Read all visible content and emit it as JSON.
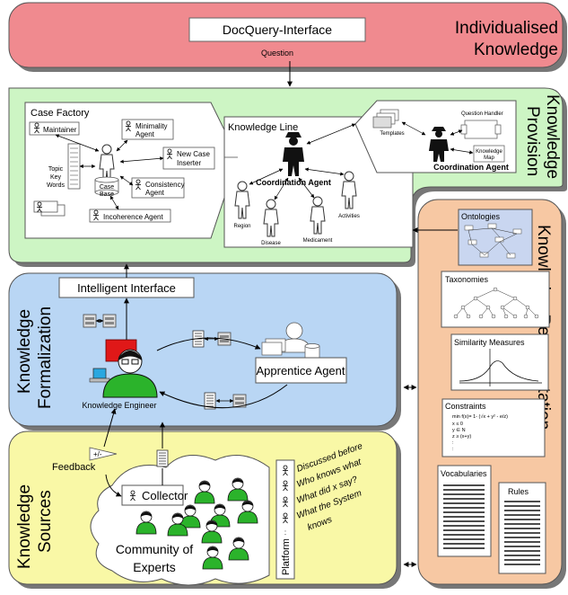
{
  "top_layer": {
    "title_line1": "Individualised",
    "title_line2": "Knowledge",
    "docquery_label": "DocQuery-Interface",
    "question_label": "Question"
  },
  "provision_layer": {
    "title_line1": "Knowledge",
    "title_line2": "Provision",
    "case_factory": {
      "title": "Case Factory",
      "maintainer": "Maintainer",
      "minimality_line1": "Minimality",
      "minimality_line2": "Agent",
      "new_case_line1": "New Case",
      "new_case_line2": "Inserter",
      "consistency_line1": "Consistency",
      "consistency_line2": "Agent",
      "incoherence": "Incoherence Agent",
      "topic_line1": "Topic",
      "topic_line2": "Key",
      "topic_line3": "Words",
      "case_base_line1": "Case",
      "case_base_line2": "Base"
    },
    "knowledge_line": {
      "title": "Knowledge Line",
      "coordination_agent": "Coordination Agent",
      "region": "Region",
      "disease": "Disease",
      "medicament": "Medicament",
      "activities": "Activities"
    },
    "question_panel": {
      "question_handler": "Question Handler",
      "templates": "Templates",
      "knowledge_map_line1": "Knowledge",
      "knowledge_map_line2": "Map",
      "coordination_agent": "Coordination Agent"
    }
  },
  "formalization_layer": {
    "title_line1": "Knowledge",
    "title_line2": "Formalization",
    "intelligent_interface": "Intelligent Interface",
    "apprentice_agent": "Apprentice Agent",
    "knowledge_engineer": "Knowledge Engineer"
  },
  "sources_layer": {
    "title_line1": "Knowledge",
    "title_line2": "Sources",
    "feedback": "Feedback",
    "plus_minus": "+/-",
    "collector": "Collector",
    "community_line1": "Community of",
    "community_line2": "Experts",
    "platform": "Platform",
    "platform_items": [
      "Discussed before",
      "Who knows what",
      "What did x say?",
      "What the System",
      "knows"
    ]
  },
  "representation_layer": {
    "title": "Knowledge Representation",
    "ontologies": "Ontologies",
    "taxonomies": "Taxonomies",
    "similarity_measures": "Similarity Measures",
    "constraints": "Constraints",
    "constraint_lines": [
      "min f(x)= 1- (√x + y² - e/z)",
      "x ≤ 0",
      "y ∈ N",
      "z ≥ (x+y)",
      ":",
      ":"
    ],
    "vocabularies": "Vocabularies",
    "rules": "Rules"
  },
  "colors": {
    "top_fill": "#f08a8f",
    "provision_fill": "#cdf5c4",
    "formalization_fill": "#b9d6f4",
    "sources_fill": "#f9f8a6",
    "representation_fill": "#f7c8a3",
    "expert_green": "#2bb32b"
  }
}
